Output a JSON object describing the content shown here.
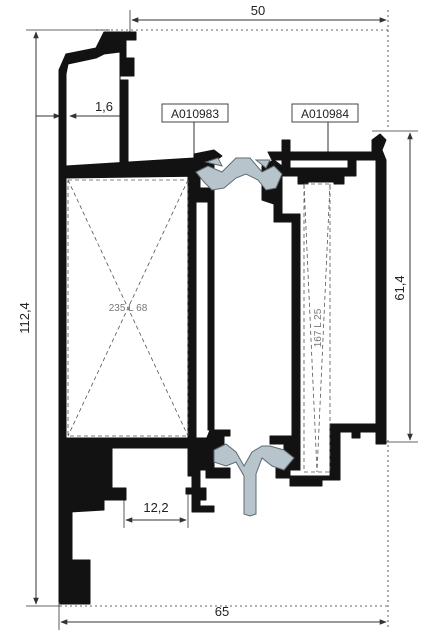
{
  "dimensions": {
    "top_width": "50",
    "bottom_width": "65",
    "total_height": "112,4",
    "wall_thickness": "1,6",
    "glazing_height": "61,4",
    "slot_width": "12,2"
  },
  "part_labels": {
    "left_gasket": "A010983",
    "right_gasket": "A010984"
  },
  "infill_labels": {
    "left_infill": "235 L 68",
    "right_infill": "167 L 25"
  },
  "colors": {
    "profile": "#121212",
    "gasket": "#b8c4cc",
    "gasket_stroke": "#5e6b73",
    "dimension": "#333333",
    "infill": "#555555"
  }
}
